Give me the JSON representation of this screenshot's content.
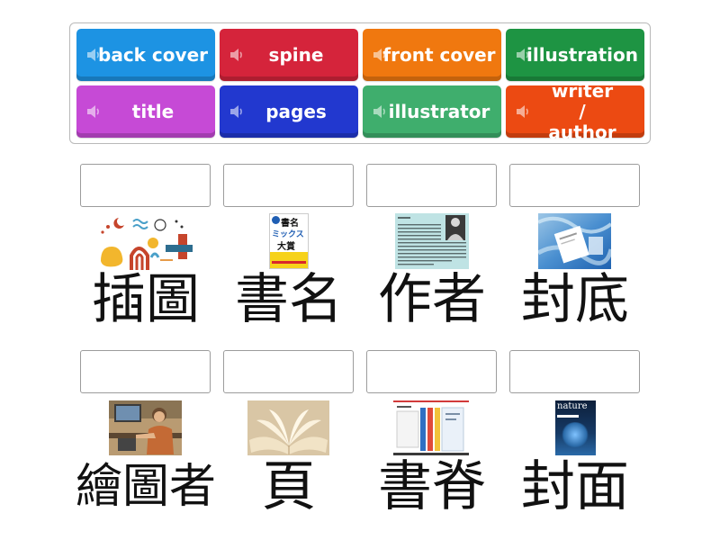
{
  "word_bank": {
    "tiles": [
      {
        "label": "back cover",
        "color": "#1d93e3"
      },
      {
        "label": "spine",
        "color": "#d5243b"
      },
      {
        "label": "front cover",
        "color": "#f0780f"
      },
      {
        "label": "illustration",
        "color": "#1e9443"
      },
      {
        "label": "title",
        "color": "#c64ad6"
      },
      {
        "label": "pages",
        "color": "#2238cf"
      },
      {
        "label": "illustrator",
        "color": "#3fae6d"
      },
      {
        "label": "writer / author",
        "color": "#ec4a12"
      }
    ]
  },
  "rows": [
    {
      "items": [
        {
          "caption": "插圖",
          "image": "abstract-illustration"
        },
        {
          "caption": "書名",
          "image": "book-cover-title"
        },
        {
          "caption": "作者",
          "image": "author-bio-page"
        },
        {
          "caption": "封底",
          "image": "back-cover-photo"
        }
      ]
    },
    {
      "items": [
        {
          "caption": "繪圖者",
          "image": "illustrator-at-desk"
        },
        {
          "caption": "頁",
          "image": "open-book-pages"
        },
        {
          "caption": "書脊",
          "image": "book-spine-diagram"
        },
        {
          "caption": "封面",
          "image": "nature-journal-cover"
        }
      ]
    }
  ],
  "image_text": {
    "book_title_line1": "書名",
    "book_title_line2": "ミックス",
    "book_title_line3": "大賞",
    "nature_masthead": "nature"
  }
}
